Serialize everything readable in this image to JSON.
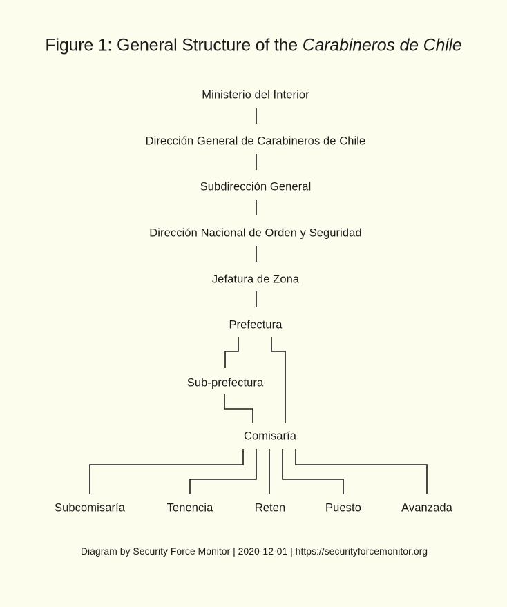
{
  "colors": {
    "background": "#FDFDEE",
    "ink": "#1B1B1B"
  },
  "title": {
    "prefix": "Figure 1: General Structure of the ",
    "italic": "Carabineros de Chile"
  },
  "diagram": {
    "type": "org-chart",
    "nodes": [
      {
        "id": "ministerio-del-interior",
        "label": "Ministerio del Interior"
      },
      {
        "id": "direccion-general",
        "label": "Dirección General de Carabineros de Chile"
      },
      {
        "id": "subdireccion-general",
        "label": "Subdirección General"
      },
      {
        "id": "direccion-nacional",
        "label": "Dirección Nacional de Orden y Seguridad"
      },
      {
        "id": "jefatura-de-zona",
        "label": "Jefatura de Zona"
      },
      {
        "id": "prefectura",
        "label": "Prefectura"
      },
      {
        "id": "sub-prefectura",
        "label": "Sub-prefectura"
      },
      {
        "id": "comisaria",
        "label": "Comisaría"
      },
      {
        "id": "subcomisaria",
        "label": "Subcomisaría"
      },
      {
        "id": "tenencia",
        "label": "Tenencia"
      },
      {
        "id": "reten",
        "label": "Reten"
      },
      {
        "id": "puesto",
        "label": "Puesto"
      },
      {
        "id": "avanzada",
        "label": "Avanzada"
      }
    ],
    "edges": [
      {
        "from": "Ministerio del Interior",
        "to": "Dirección General de Carabineros de Chile"
      },
      {
        "from": "Dirección General de Carabineros de Chile",
        "to": "Subdirección General"
      },
      {
        "from": "Subdirección General",
        "to": "Dirección Nacional de Orden y Seguridad"
      },
      {
        "from": "Dirección Nacional de Orden y Seguridad",
        "to": "Jefatura de Zona"
      },
      {
        "from": "Jefatura de Zona",
        "to": "Prefectura"
      },
      {
        "from": "Prefectura",
        "to": "Sub-prefectura"
      },
      {
        "from": "Prefectura",
        "to": "Comisaría"
      },
      {
        "from": "Sub-prefectura",
        "to": "Comisaría"
      },
      {
        "from": "Comisaría",
        "to": "Subcomisaría"
      },
      {
        "from": "Comisaría",
        "to": "Tenencia"
      },
      {
        "from": "Comisaría",
        "to": "Reten"
      },
      {
        "from": "Comisaría",
        "to": "Puesto"
      },
      {
        "from": "Comisaría",
        "to": "Avanzada"
      }
    ]
  },
  "footer": {
    "text": "Diagram by Security Force Monitor | 2020-12-01 | https://securityforcemonitor.org"
  }
}
